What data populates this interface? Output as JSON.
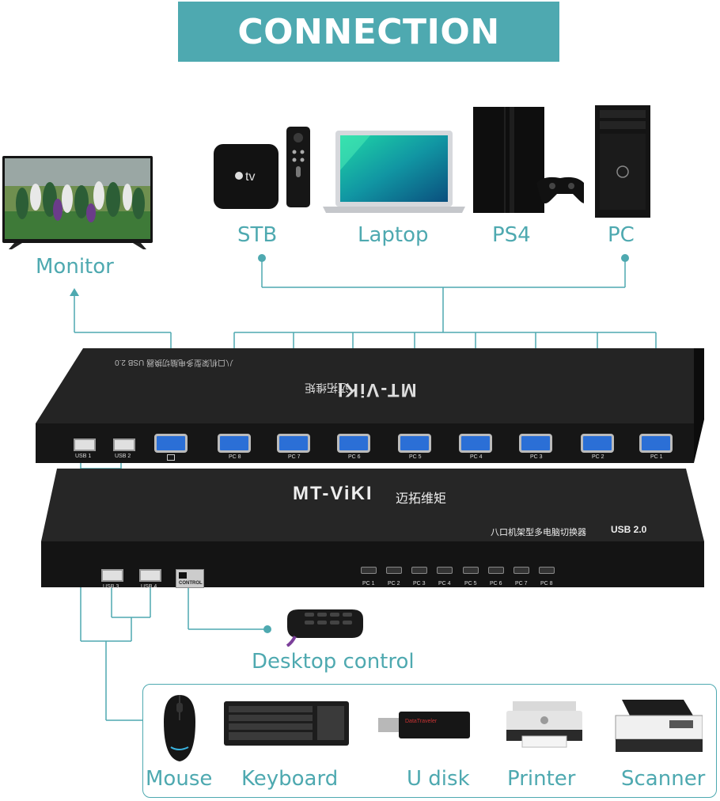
{
  "title": "CONNECTION",
  "sources": {
    "stb": "STB",
    "laptop": "Laptop",
    "ps4": "PS4",
    "pc": "PC"
  },
  "monitor_label": "Monitor",
  "desktop_control_label": "Desktop control",
  "peripherals": {
    "mouse": "Mouse",
    "keyboard": "Keyboard",
    "udisk": "U disk",
    "printer": "Printer",
    "scanner": "Scanner"
  },
  "rear_panel": {
    "usb_ports": [
      "USB 1",
      "USB 2"
    ],
    "pc_ports": [
      "PC 8",
      "PC 7",
      "PC 6",
      "PC 5",
      "PC 4",
      "PC 3",
      "PC 2",
      "PC 1"
    ],
    "brand": "MT-ViKI",
    "brand_cn": "迈拓维矩",
    "subtitle": "八口机架型多电脑切换器 USB 2.0"
  },
  "front_panel": {
    "brand": "MT-ViKI",
    "brand_cn": "迈拓维矩",
    "subtitle": "八口机架型多电脑切换器",
    "usb_label": "USB 2.0",
    "usb_ports": [
      "USB 3",
      "USB 4"
    ],
    "control_port": "CONTROL",
    "pc_buttons": [
      "PC 1",
      "PC 2",
      "PC 3",
      "PC 4",
      "PC 5",
      "PC 6",
      "PC 7",
      "PC 8"
    ]
  },
  "appletv_logo": "tv",
  "udisk_brand": "DataTraveler",
  "colors": {
    "accent": "#4ea9b0",
    "device_body": "#1c1c1c",
    "vga_blue": "#2b6fd6"
  }
}
